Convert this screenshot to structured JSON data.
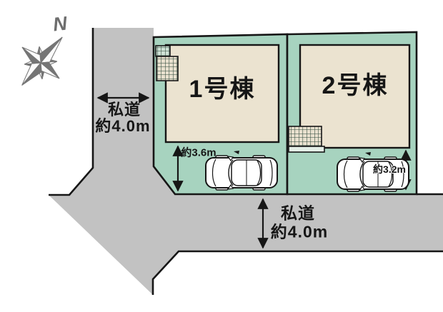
{
  "compass": {
    "north_label": "N"
  },
  "roads": {
    "left": {
      "type_label": "私道",
      "width_label": "約4.0m"
    },
    "bottom": {
      "type_label": "私道",
      "width_label": "約4.0m"
    }
  },
  "lots": [
    {
      "building_label": "1号棟",
      "parking_depth_label": "約3.6m"
    },
    {
      "building_label": "2号棟",
      "parking_depth_label": "約3.2m"
    }
  ],
  "colors": {
    "road": "#c2c2c2",
    "lot_green": "#a7d3bf",
    "building_beige": "#ebe3d0",
    "outline": "#161616",
    "compass_gray": "#757575"
  }
}
